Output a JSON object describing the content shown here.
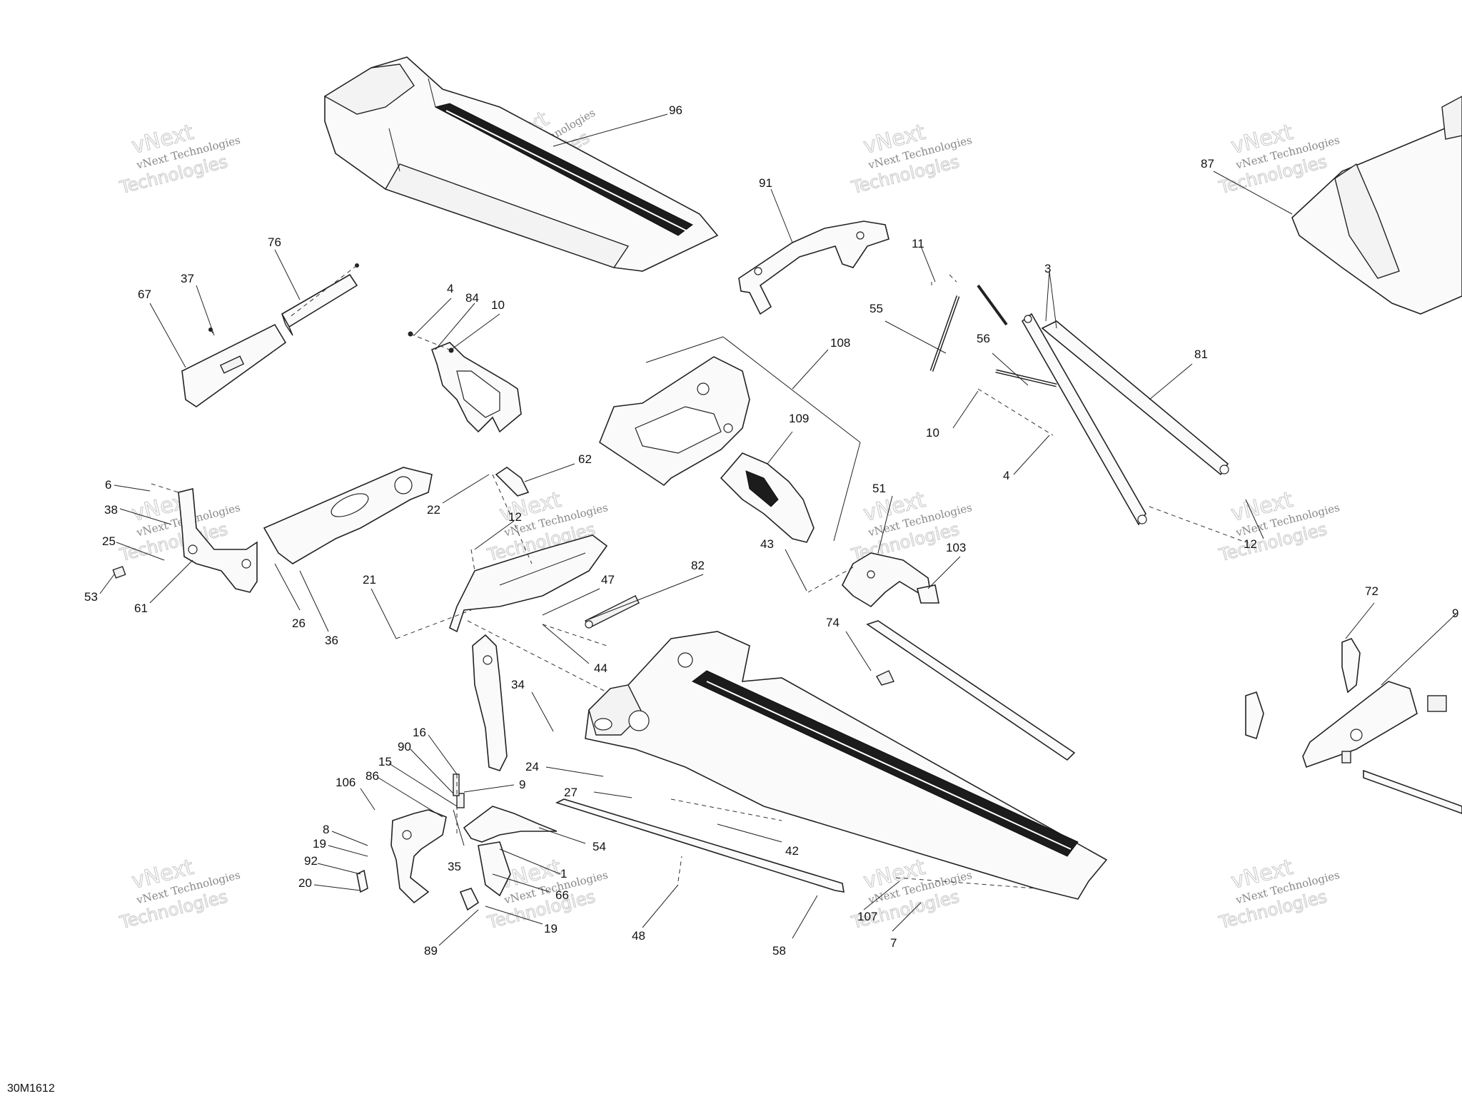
{
  "diagram": {
    "ref_code": "30M1612",
    "watermark": {
      "line1": "vNext Technologies",
      "line2": "vNext",
      "line3": "Technologies"
    },
    "callouts": [
      "96",
      "91",
      "87",
      "76",
      "37",
      "67",
      "4",
      "84",
      "10",
      "11",
      "3",
      "55",
      "56",
      "81",
      "108",
      "109",
      "10",
      "4",
      "62",
      "6",
      "38",
      "25",
      "53",
      "61",
      "22",
      "12",
      "26",
      "36",
      "21",
      "47",
      "82",
      "51",
      "103",
      "43",
      "12",
      "74",
      "72",
      "9",
      "44",
      "34",
      "16",
      "90",
      "15",
      "86",
      "106",
      "24",
      "9",
      "27",
      "8",
      "19",
      "92",
      "20",
      "35",
      "54",
      "1",
      "66",
      "42",
      "48",
      "58",
      "107",
      "7",
      "19",
      "89"
    ]
  }
}
